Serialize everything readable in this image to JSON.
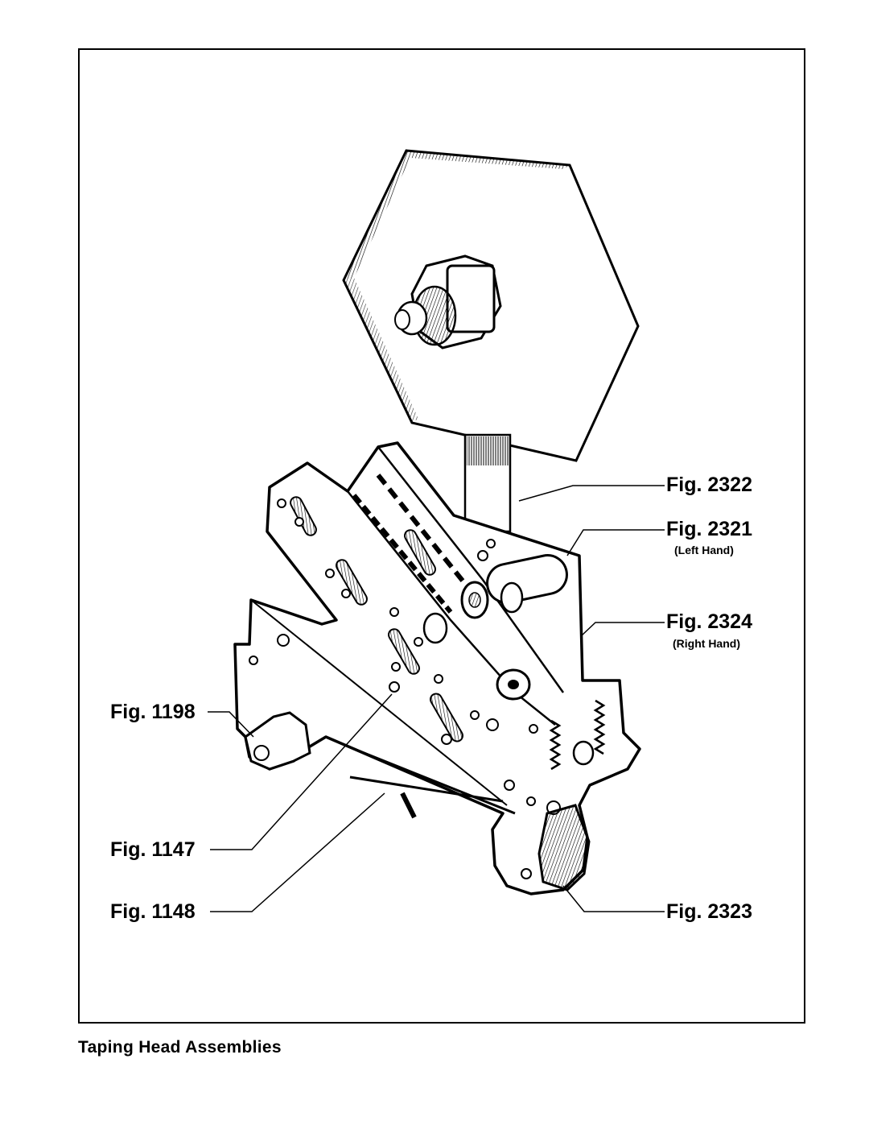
{
  "caption": "Taping Head Assemblies",
  "callouts": {
    "fig_2322": "Fig. 2322",
    "fig_2321": "Fig. 2321",
    "fig_2321_note": "(Left Hand)",
    "fig_2324": "Fig. 2324",
    "fig_2324_note": "(Right Hand)",
    "fig_1198": "Fig. 1198",
    "fig_1147": "Fig. 1147",
    "fig_1148": "Fig. 1148",
    "fig_2323": "Fig. 2323"
  }
}
